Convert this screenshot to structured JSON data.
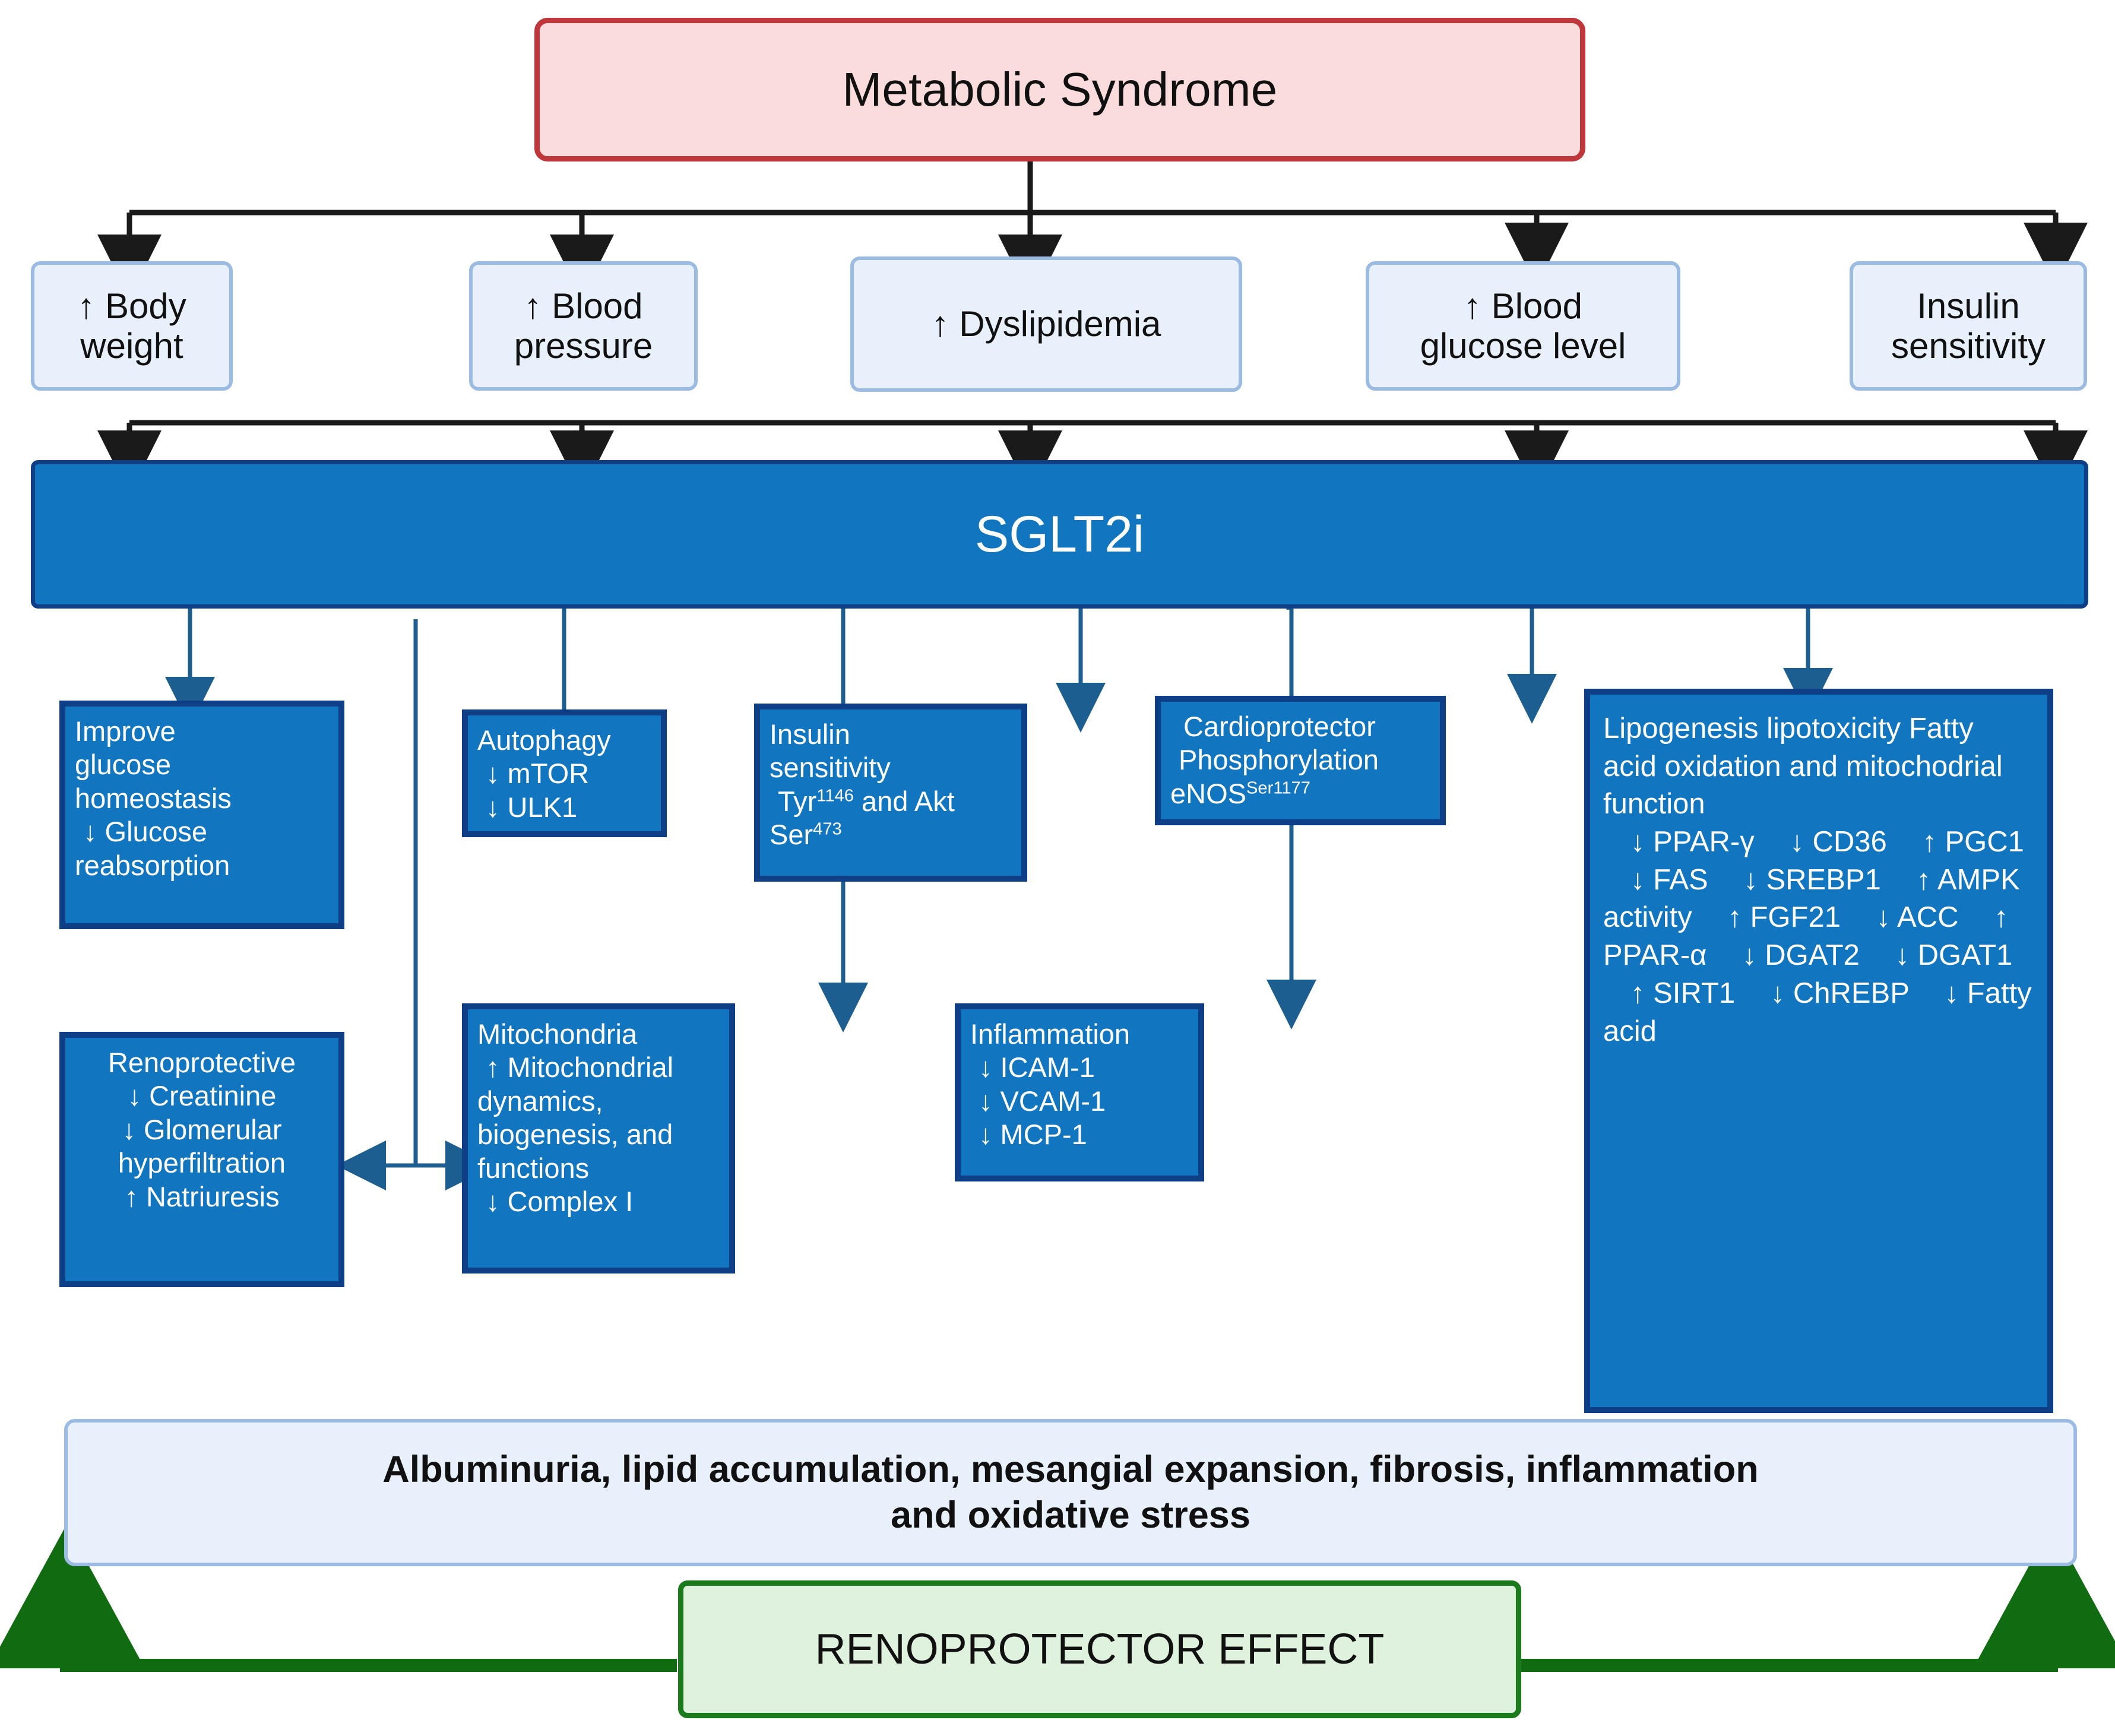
{
  "colors": {
    "pink_fill": "#FBDCDC",
    "pink_border": "#C0373B",
    "light_blue_fill": "#E8F0FB",
    "light_blue_border": "#9BBBE3",
    "blue_fill": "#1275C0",
    "blue_border": "#0E3F86",
    "green_fill": "#DFF2DD",
    "green_border": "#1B7A1B",
    "red_arrow": "#E32219",
    "connector_dark": "#1A1A1A",
    "connector_blue": "#1C5E90"
  },
  "root": {
    "title": "Metabolic Syndrome"
  },
  "features": [
    {
      "id": "body-weight",
      "lines": [
        "↑ Body",
        "weight"
      ]
    },
    {
      "id": "blood-pressure",
      "lines": [
        "↑ Blood",
        "pressure"
      ]
    },
    {
      "id": "dyslipidemia",
      "lines": [
        "↑ Dyslipidemia"
      ]
    },
    {
      "id": "blood-glucose",
      "lines": [
        "↑ Blood",
        "glucose level"
      ]
    },
    {
      "id": "insulin-sensitivity",
      "lines": [
        "Insulin",
        "sensitivity"
      ]
    }
  ],
  "drug": {
    "label": "SGLT2i"
  },
  "mechanisms": {
    "improve_glucose": {
      "heading": [
        "Improve",
        "glucose",
        "homeostasis"
      ],
      "items": [
        "↓ Glucose",
        "reabsorption"
      ]
    },
    "renoprotective": {
      "heading": [
        "Renoprotective"
      ],
      "items": [
        "↓ Creatinine",
        "↓ Glomerular",
        "hyperfiltration",
        "↑ Natriuresis"
      ]
    },
    "autophagy": {
      "heading": [
        "Autophagy"
      ],
      "items": [
        "↓ mTOR",
        "↓ ULK1"
      ]
    },
    "mitochondria": {
      "heading": [
        "Mitochondria"
      ],
      "items": [
        "↑ Mitochondrial",
        "dynamics,",
        "biogenesis, and",
        "functions",
        "↓  Complex I"
      ]
    },
    "insulin_sensitivity": {
      "heading": [
        "Insulin",
        "sensitivity"
      ],
      "items_html": [
        "Tyr<sup>1146</sup> and Akt",
        "Ser<sup>473</sup>"
      ]
    },
    "inflammation": {
      "heading": [
        "Inflammation"
      ],
      "items": [
        "↓ ICAM-1",
        "↓ VCAM-1",
        "↓ MCP-1"
      ]
    },
    "cardioprotector": {
      "heading": [
        "Cardioprotector"
      ],
      "items_html": [
        "Phosphorylation",
        "eNOS<sup>Ser1177</sup>"
      ]
    },
    "lipogenesis": {
      "heading": [
        "Lipogenesis  lipotoxicity",
        "Fatty acid oxidation and",
        "mitochodrial function"
      ],
      "items": [
        "↓ PPAR-γ",
        "↓ CD36",
        "↑ PGC1",
        "↓ FAS",
        "↓ SREBP1",
        "↑ AMPK activity",
        "↑ FGF21",
        "↓ ACC",
        "↑  PPAR-α",
        "↓ DGAT2",
        "↓ DGAT1",
        "↑ SIRT1",
        "↓ ChREBP",
        "↓  Fatty acid"
      ]
    }
  },
  "outcome": {
    "arrow_icon": "down-arrow-icon",
    "line1": "Albuminuria, lipid accumulation, mesangial expansion, fibrosis, inflammation",
    "line2": "and oxidative stress"
  },
  "effect": {
    "label": "RENOPROTECTOR EFFECT"
  }
}
